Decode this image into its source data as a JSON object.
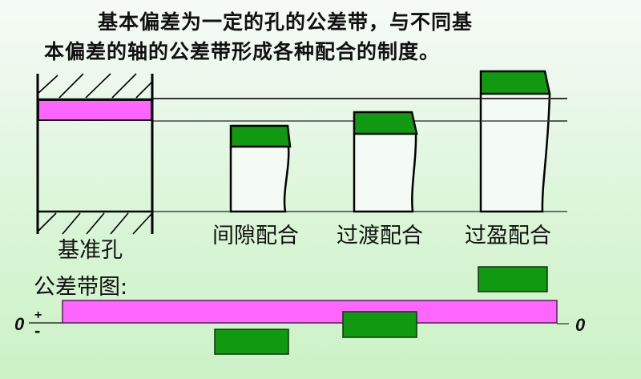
{
  "title": {
    "line1": "基本偏差为一定的孔的公差带，与不同基",
    "line2": "本偏差的轴的公差带形成各种配合的制度。"
  },
  "diagram": {
    "hole_label": "基准孔",
    "fits": [
      {
        "label": "间隙配合",
        "type": "clearance"
      },
      {
        "label": "过渡配合",
        "type": "transition"
      },
      {
        "label": "过盈配合",
        "type": "interference"
      }
    ]
  },
  "tolerance_chart": {
    "heading": "公差带图:",
    "zero_left": "0",
    "zero_right": "0",
    "plus_sign": "+",
    "minus_sign": "-"
  },
  "colors": {
    "hole_band": "#ff66ff",
    "shaft_band": "#119911",
    "line": "#222222",
    "background": "#d9f5d6"
  }
}
